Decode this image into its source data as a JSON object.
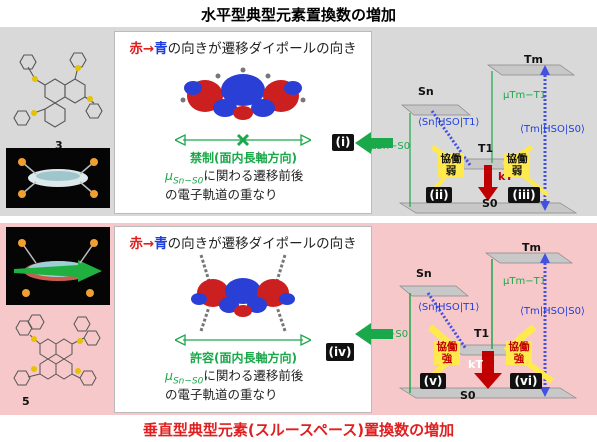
{
  "top_title": "水平型典型元素置換数の増加",
  "bottom_title": "垂直型典型元素(スルースペース)置換数の増加",
  "caption_red": "赤",
  "caption_arrow": "→",
  "caption_blue": "青",
  "caption_rest": "の向きが遷移ダイポールの向き",
  "orbital_line1_suffix": "に関わる遷移前後",
  "orbital_line2": "の電子軌道の重なり",
  "mu_sym": "μ",
  "mu_sub": "Sn−S0",
  "top_panel": {
    "compound": "3",
    "direction_label": "禁制(面内長軸方向)",
    "box_left": "(i)",
    "box_mid": "(ii)",
    "box_right": "(iii)",
    "coop_left": "協働\n弱",
    "coop_right": "協働\n弱"
  },
  "bottom_panel": {
    "compound": "5",
    "direction_label": "許容(面内長軸方向)",
    "box_left": "(iv)",
    "box_mid": "(v)",
    "box_right": "(vi)",
    "coop_left": "協働\n強",
    "coop_right": "協働\n強"
  },
  "energy": {
    "Sn": "Sn",
    "Tm": "Tm",
    "T1": "T1",
    "S0": "S0",
    "kT": "kT",
    "mu_T": "μTm−T1",
    "mu_S": "μSn−S0",
    "me_ST": "⟨Sn|HSO|T1⟩",
    "me_TS": "⟨Tm|HSO|S0⟩"
  },
  "colors": {
    "top_bg": "#d9d9d9",
    "bottom_bg": "#f7c8ca",
    "green": "#1aa84a",
    "blue": "#1e3fe0",
    "red": "#e02020",
    "yellow": "#ffe94d",
    "dark_red": "#c00000"
  }
}
